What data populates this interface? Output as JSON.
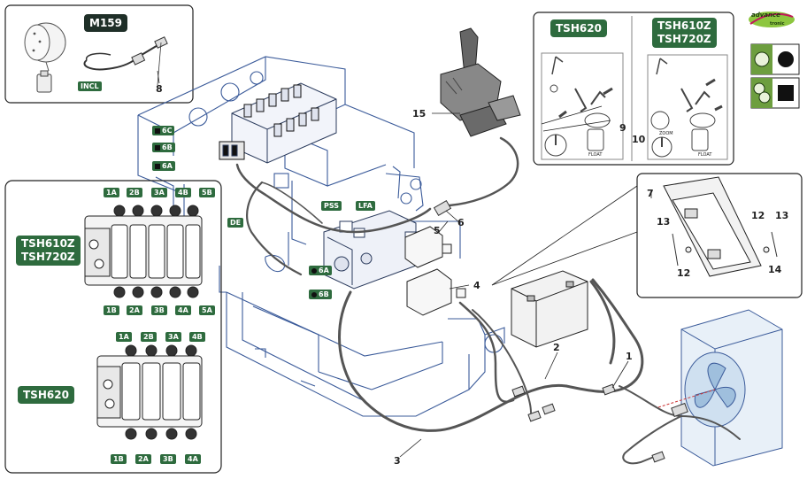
{
  "kit_code": "M159",
  "labels": {
    "incl": "INCL",
    "de": "DE",
    "pss": "PSS",
    "lfa": "LFA",
    "p6a": "6A",
    "p6b": "6B",
    "p6c": "6C"
  },
  "models": {
    "tsh620": "TSH620",
    "tsh610z": "TSH610Z",
    "tsh720z": "TSH720Z"
  },
  "brand": {
    "name": "advance",
    "sub": "tronic"
  },
  "valve_ports_5": {
    "top": [
      "1A",
      "2B",
      "3A",
      "4B",
      "5B"
    ],
    "bottom": [
      "1B",
      "2A",
      "3B",
      "4A",
      "5A"
    ]
  },
  "valve_ports_4": {
    "top": [
      "1A",
      "2B",
      "3A",
      "4B"
    ],
    "bottom": [
      "1B",
      "2A",
      "3B",
      "4A"
    ]
  },
  "callouts": {
    "n1": "1",
    "n2": "2",
    "n3": "3",
    "n4": "4",
    "n5": "5",
    "n6": "6",
    "n7": "7",
    "n8": "8",
    "n9": "9",
    "n10": "10",
    "n12a": "12",
    "n12b": "12",
    "n13a": "13",
    "n13b": "13",
    "n14": "14",
    "n15": "15"
  },
  "joystick_panel": {
    "float_left": "FLOAT",
    "zoom": "ZOOM",
    "float_right": "FLOAT"
  },
  "colors": {
    "label_green": "#2e6b3e",
    "machine_blue": "#3b5b9a",
    "brand_green": "#8dc63f",
    "brand_magenta": "#c2185b"
  }
}
